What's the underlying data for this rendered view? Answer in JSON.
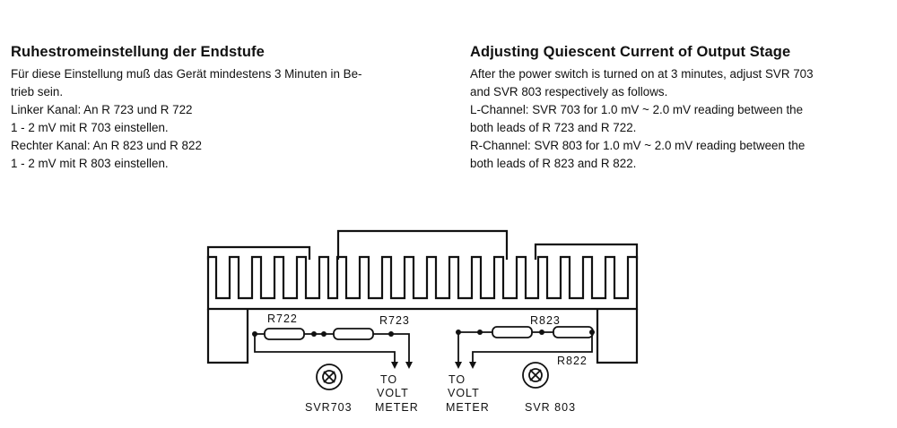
{
  "german": {
    "heading": "Ruhestromeinstellung der Endstufe",
    "lines": [
      "Für diese Einstellung muß das Gerät mindestens 3 Minuten in Be-",
      "trieb sein.",
      "Linker Kanal: An R 723 und R 722",
      "1 - 2 mV  mit R 703 einstellen.",
      "Rechter Kanal: An R 823 und R 822",
      "1 - 2 mV mit R 803 einstellen."
    ]
  },
  "english": {
    "heading": "Adjusting Quiescent Current of Output Stage",
    "lines": [
      "After the power switch is turned on at 3 minutes, adjust SVR 703",
      "and SVR 803 respectively as follows.",
      "L-Channel:  SVR 703  for  1.0 mV ~ 2.0 mV  reading  between  the",
      "both leads of R 723 and R 722.",
      "R-Channel:  SVR 803  for  1.0 mV ~ 2.0 mV  reading  between  the",
      "both leads of R 823 and R 822."
    ]
  },
  "diagram": {
    "labels": {
      "r722": "R722",
      "r723": "R723",
      "r823": "R823",
      "r822": "R822",
      "svr703": "SVR703",
      "svr803": "SVR 803",
      "to": "TO",
      "volt": "VOLT",
      "meter": "METER"
    }
  }
}
